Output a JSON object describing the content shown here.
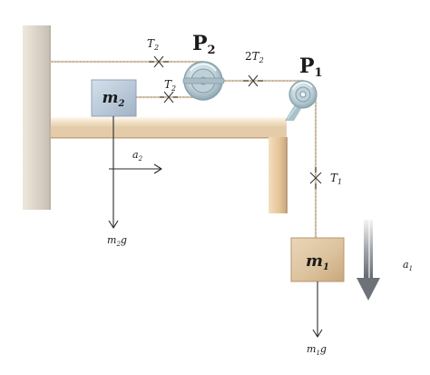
{
  "diagram": {
    "pulleys": {
      "p2": {
        "name": "P",
        "subscript": "2"
      },
      "p1": {
        "name": "P",
        "subscript": "1"
      }
    },
    "blocks": {
      "m2": {
        "name": "m",
        "subscript": "2"
      },
      "m1": {
        "name": "m",
        "subscript": "1"
      }
    },
    "tensions": {
      "upper_t2": {
        "symbol": "T",
        "subscript": "2"
      },
      "lower_t2": {
        "symbol": "T",
        "subscript": "2"
      },
      "double_t2": {
        "prefix": "2",
        "symbol": "T",
        "subscript": "2"
      },
      "t1": {
        "symbol": "T",
        "subscript": "1"
      }
    },
    "accelerations": {
      "a2": {
        "symbol": "a",
        "subscript": "2"
      },
      "a1": {
        "symbol": "a",
        "subscript": "1"
      }
    },
    "weights": {
      "m2g": {
        "prefix": "m",
        "subscript": "2",
        "suffix": "g"
      },
      "m1g": {
        "prefix": "m",
        "subscript": "1",
        "suffix": "g"
      }
    },
    "colors": {
      "wall": "#d9d1c6",
      "table_top": "#f0dfc5",
      "table_leg": "#e5c59a",
      "m2_block": "#b9c8d8",
      "m1_block": "#dcc39e",
      "pulley_p2": "#c8d8df",
      "pulley_p1": "#c6d7dd",
      "rope": "#d8c8b0",
      "acceleration_arrow": "#7a7f86"
    },
    "icons": {
      "pulley": "pulley-icon",
      "wall": "wall-icon",
      "table": "table-icon",
      "tension_marker": "tension-marker-icon",
      "down_arrow": "down-arrow-icon",
      "right_arrow": "right-arrow-icon"
    }
  }
}
